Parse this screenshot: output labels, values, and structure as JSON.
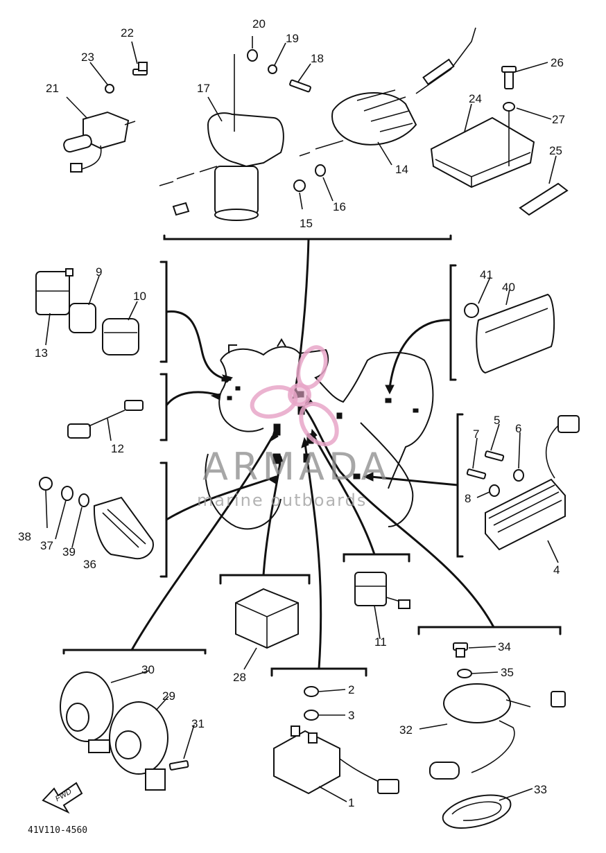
{
  "parts": {
    "p1": "1",
    "p2": "2",
    "p3": "3",
    "p4": "4",
    "p5": "5",
    "p6": "6",
    "p7": "7",
    "p8": "8",
    "p9": "9",
    "p10": "10",
    "p11": "11",
    "p12": "12",
    "p13": "13",
    "p14": "14",
    "p15": "15",
    "p16": "16",
    "p17": "17",
    "p18": "18",
    "p19": "19",
    "p20": "20",
    "p21": "21",
    "p22": "22",
    "p23": "23",
    "p24": "24",
    "p25": "25",
    "p26": "26",
    "p27": "27",
    "p28": "28",
    "p29": "29",
    "p30": "30",
    "p31": "31",
    "p32": "32",
    "p33": "33",
    "p34": "34",
    "p35": "35",
    "p36": "36",
    "p37": "37",
    "p38": "38",
    "p39": "39",
    "p40": "40",
    "p41": "41"
  },
  "watermark": {
    "brand": "ARMADA",
    "tagline": "marine outboards"
  },
  "fwd_label": "FWD",
  "diagram_code": "41V110-4560"
}
